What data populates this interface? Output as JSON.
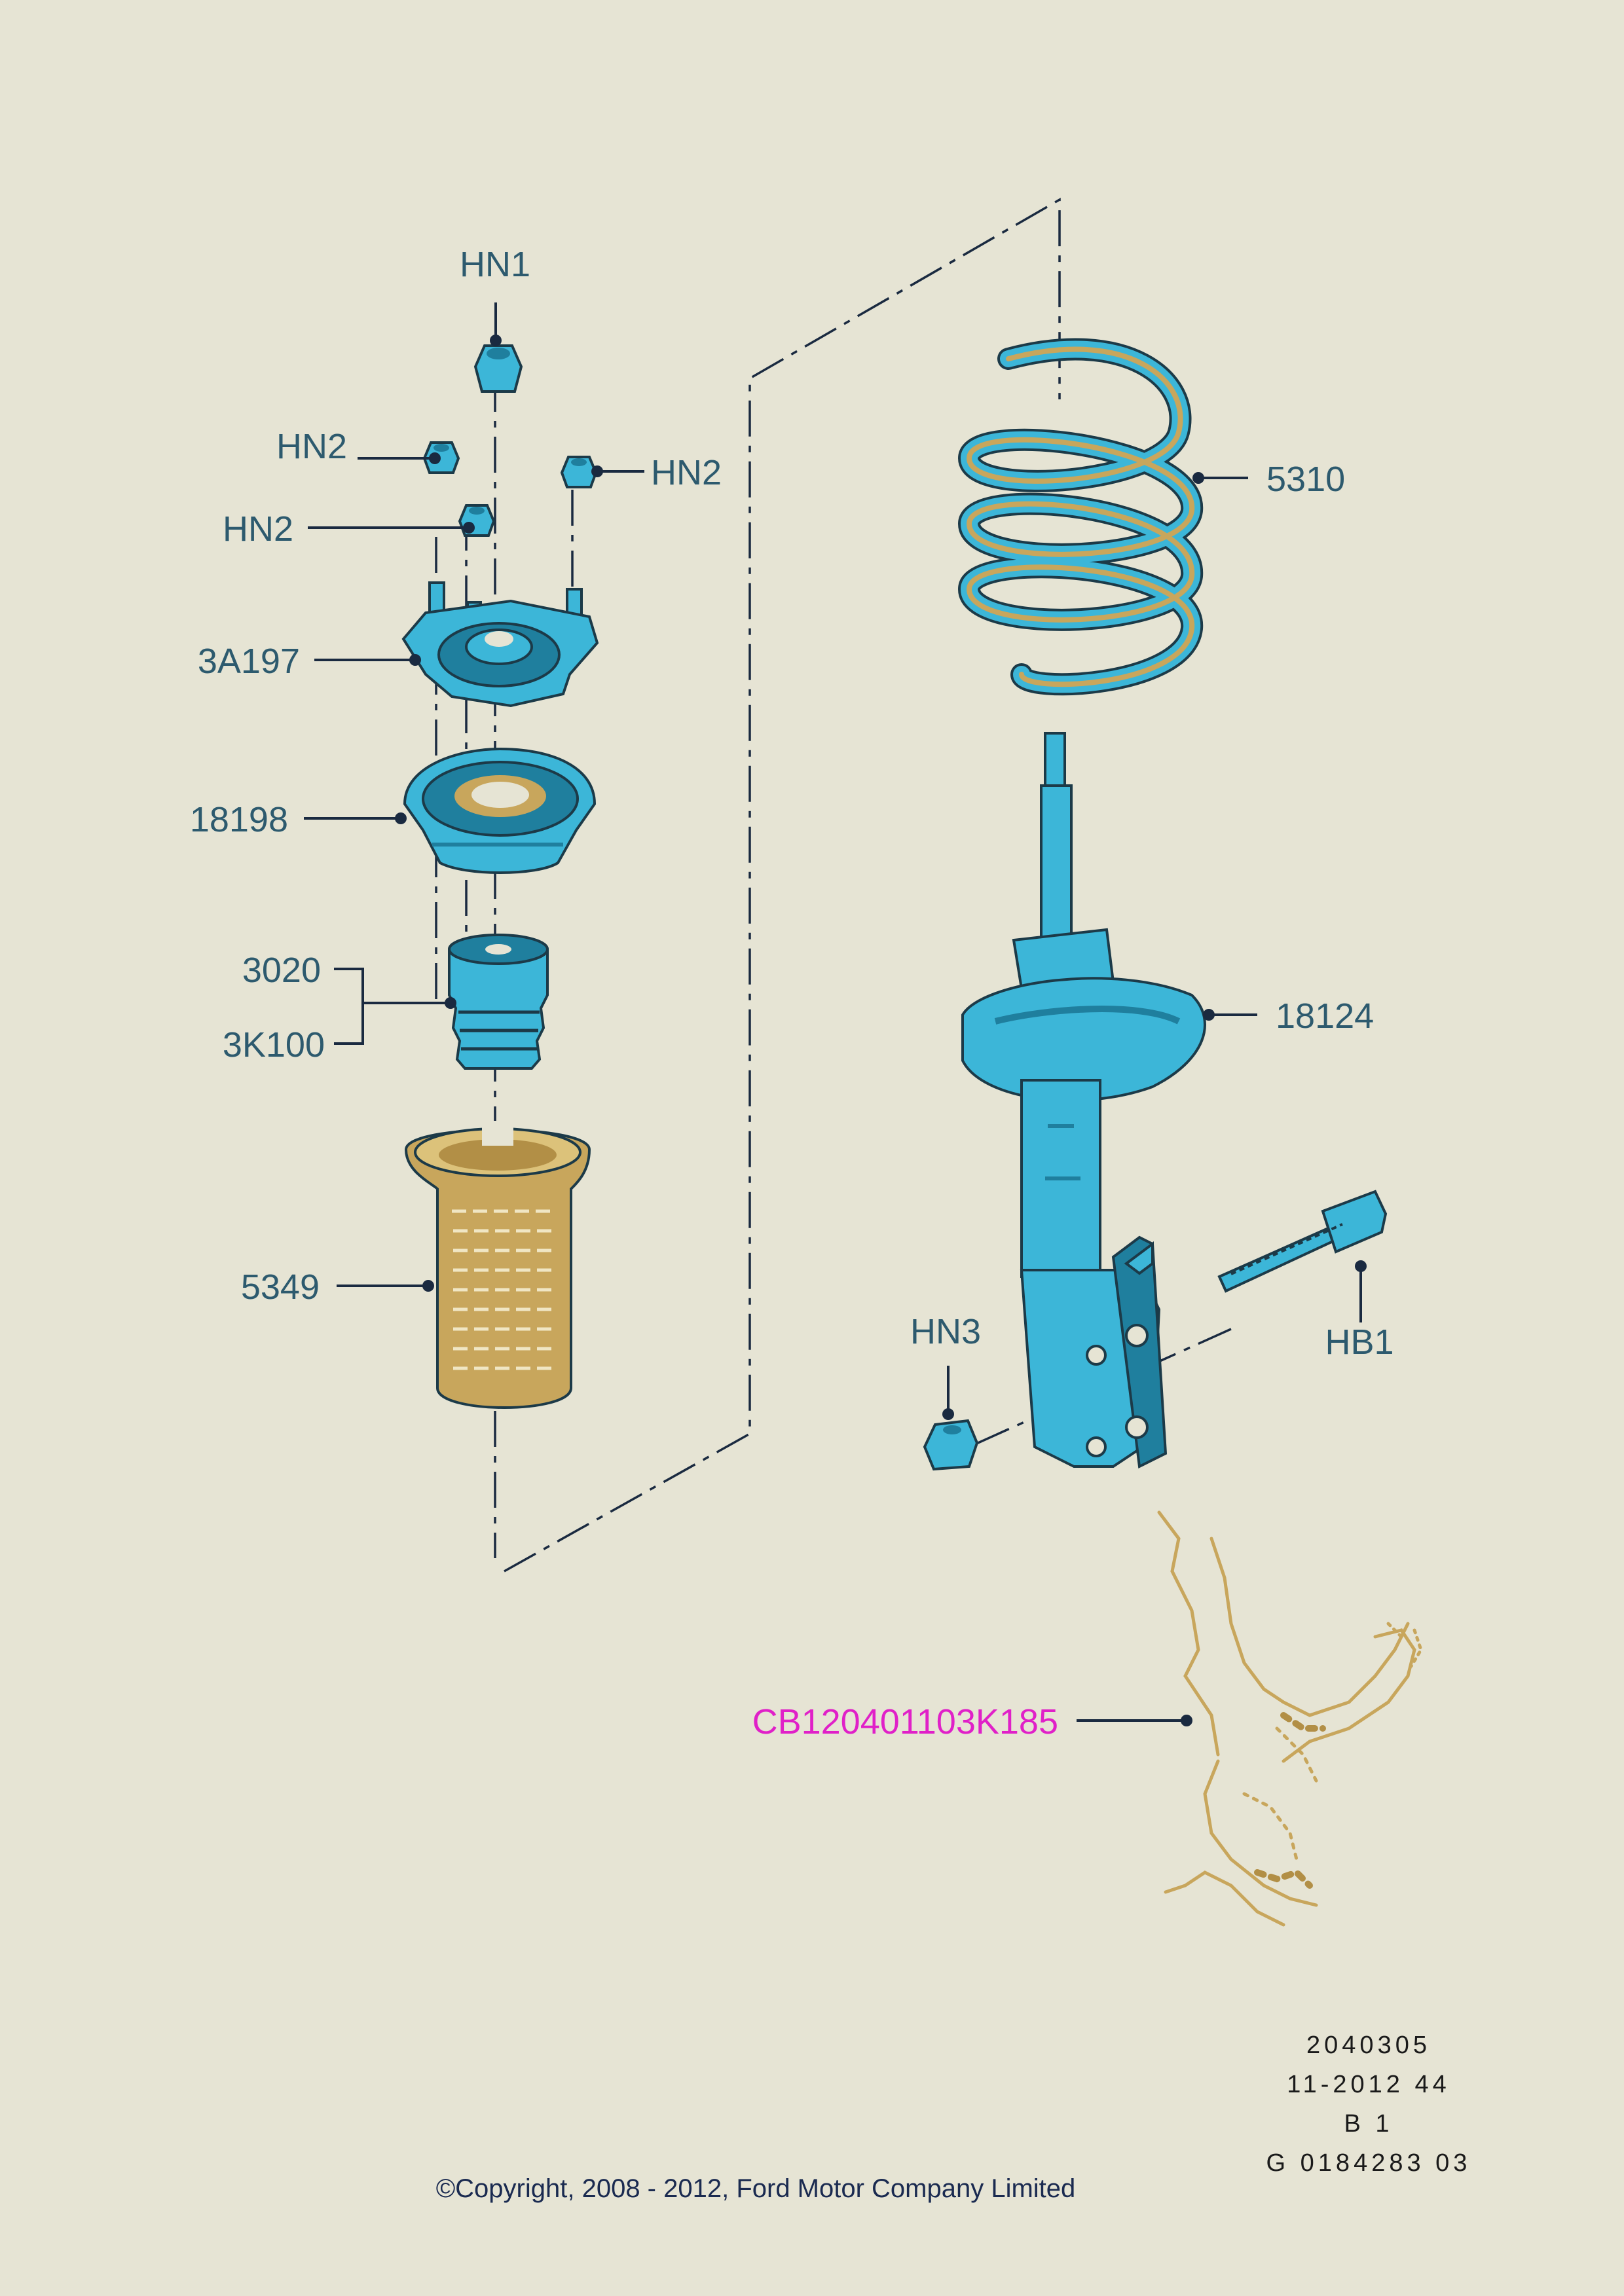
{
  "callouts": {
    "hn1": "HN1",
    "hn2_left_top": "HN2",
    "hn2_right": "HN2",
    "hn2_left_bottom": "HN2",
    "mount_3a197": "3A197",
    "bearing_18198": "18198",
    "bumper_3020": "3020",
    "bumper_3k100": "3K100",
    "boot_5349": "5349",
    "spring_5310": "5310",
    "strut_18124": "18124",
    "nut_hn3": "HN3",
    "bolt_hb1": "HB1",
    "reference_highlight": "CB120401103K185"
  },
  "info_block": {
    "line1": "2040305",
    "line2": "11-2012 44",
    "line3": "B 1",
    "line4": "G 0184283 03"
  },
  "copyright": "©Copyright, 2008 - 2012, Ford Motor Company Limited",
  "colors": {
    "background": "#e6e4d4",
    "part_blue": "#3cb6d8",
    "part_blue_dark": "#1f7f9e",
    "part_tan": "#c8a65c",
    "label_text": "#2d5a6e",
    "highlight_text": "#e020c8",
    "leader_line": "#1a2a40"
  }
}
